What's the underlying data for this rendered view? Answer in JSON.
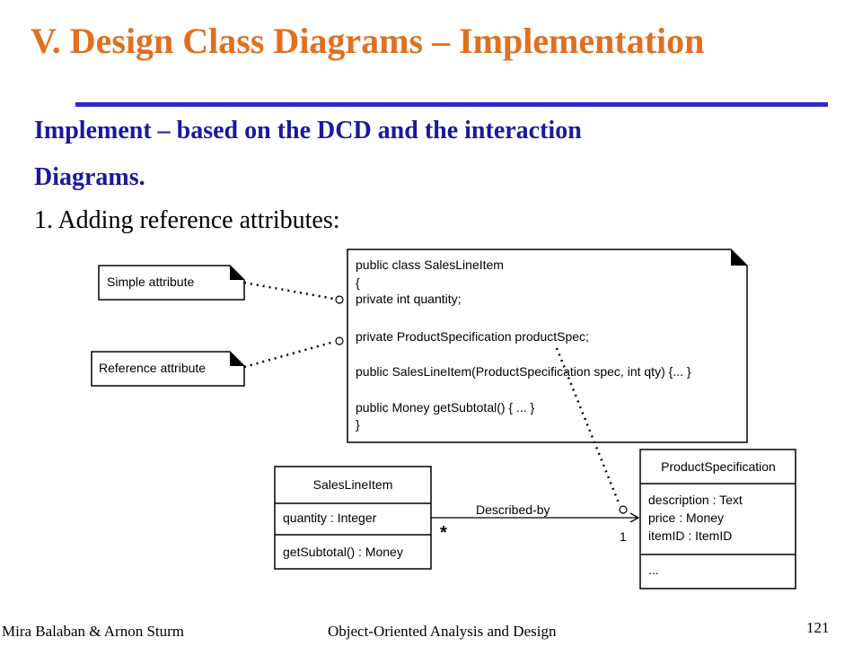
{
  "slide": {
    "title": "V. Design Class Diagrams – Implementation",
    "subtitle_line1": "Implement  – based on the DCD and the interaction",
    "subtitle_line2": "Diagrams.",
    "step": "1. Adding reference attributes:"
  },
  "notes": {
    "simple": "Simple attribute",
    "reference": "Reference attribute"
  },
  "code": {
    "lines": [
      "public class SalesLineItem",
      "{",
      "private int quantity;",
      "private ProductSpecification productSpec;",
      "public SalesLineItem(ProductSpecification spec, int qty) {... }",
      "public  Money getSubtotal() { ... }",
      "}"
    ]
  },
  "uml": {
    "sales": {
      "name": "SalesLineItem",
      "attributes": [
        "quantity : Integer"
      ],
      "operations": [
        "getSubtotal() : Money"
      ]
    },
    "product": {
      "name": "ProductSpecification",
      "attributes": [
        "description : Text",
        "price : Money",
        "itemID : ItemID"
      ],
      "operations": [
        "..."
      ]
    },
    "association": {
      "label": "Described-by",
      "mult_source": "*",
      "mult_target": "1"
    }
  },
  "footer": {
    "authors": "Mira Balaban  &  Arnon Sturm",
    "course": "Object-Oriented Analysis and Design",
    "page": "121"
  }
}
